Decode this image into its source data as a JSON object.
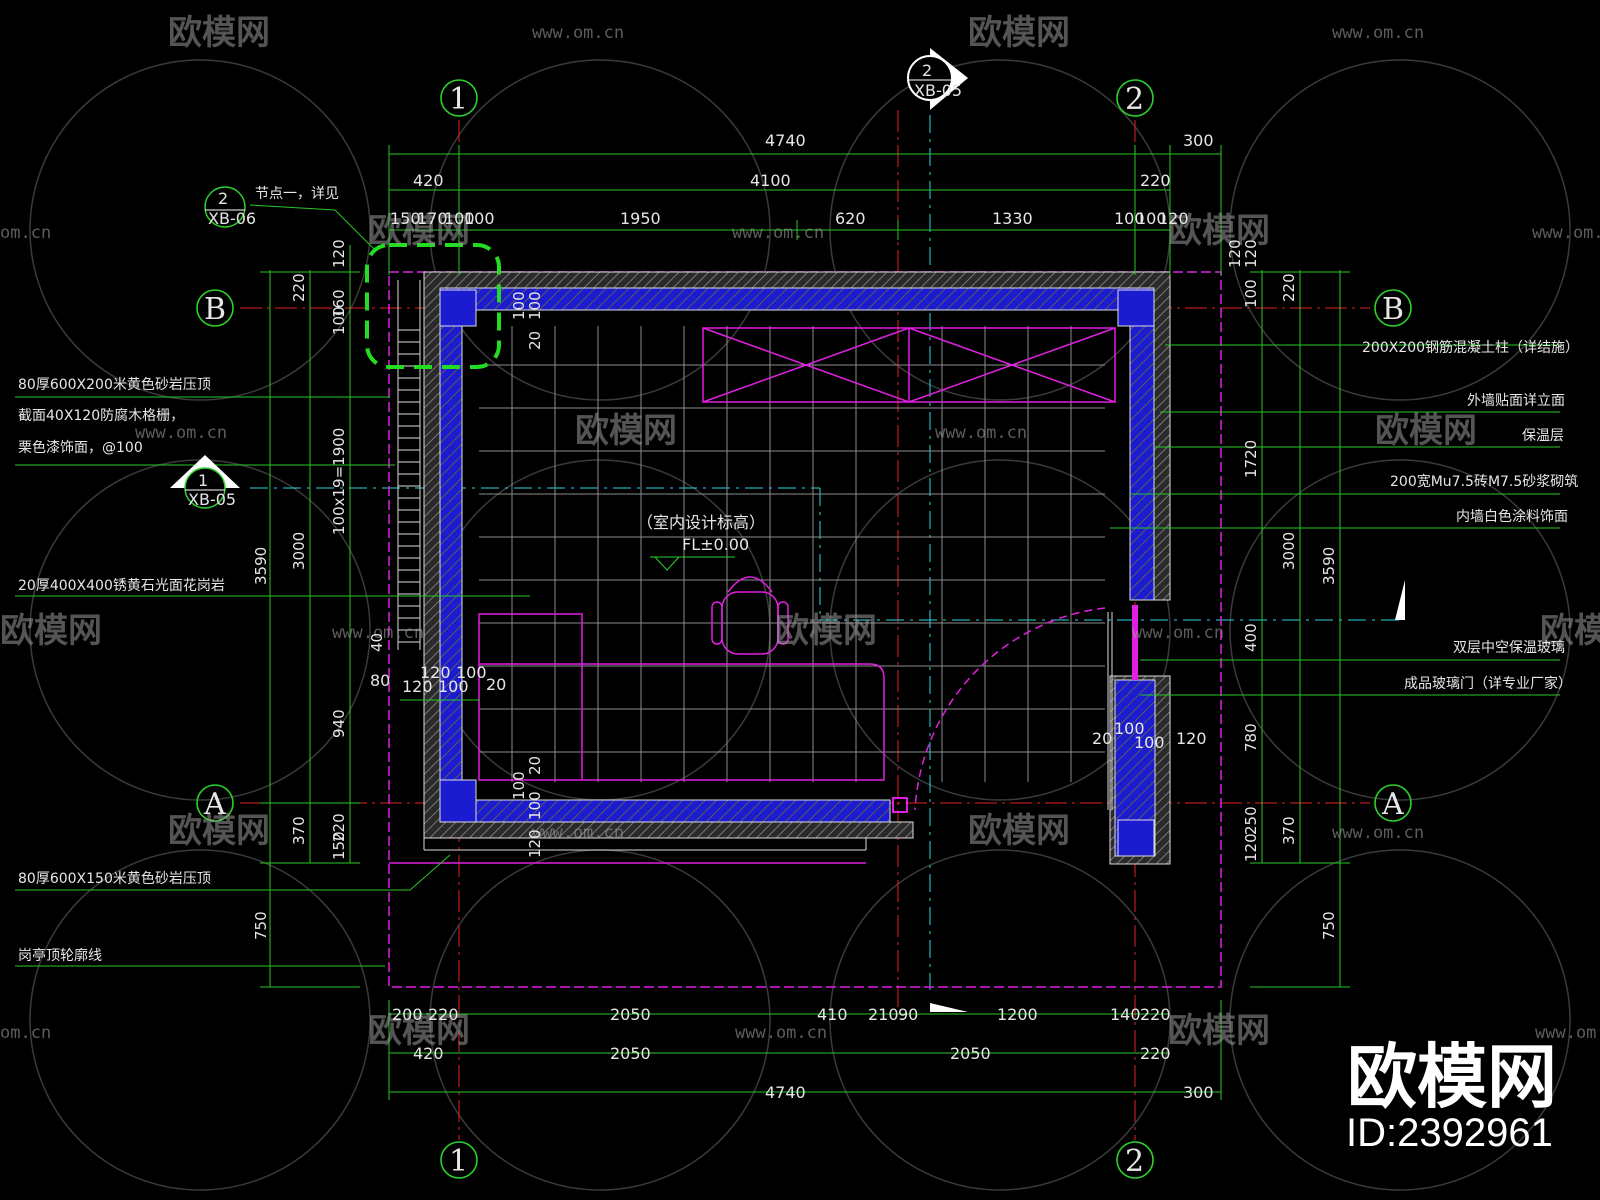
{
  "colors": {
    "background": "#000000",
    "dimension_line": "#27c727",
    "axis_line": "#e02020",
    "wall_fill": "#1b1bd0",
    "furniture": "#e020e0",
    "text": "#e6e6e6"
  },
  "axes": {
    "col1": "1",
    "col2": "2",
    "rowA": "A",
    "rowB": "B"
  },
  "section_marks": {
    "top": {
      "num": "2",
      "ref": "XB-05"
    },
    "left": {
      "num": "1",
      "ref": "XB-05"
    },
    "detail": {
      "num": "2",
      "ref": "XB-06",
      "label": "节点一，详见"
    }
  },
  "dims_top": {
    "overall": "4740",
    "overall_right": "300",
    "row2": [
      "420",
      "4100",
      "220"
    ],
    "row3": [
      "150",
      "170",
      "100",
      "100",
      "1950",
      "620",
      "1330",
      "100",
      "100",
      "120"
    ]
  },
  "dims_bottom": {
    "row1": [
      "200",
      "220",
      "2050",
      "410",
      "210",
      "90",
      "1200",
      "140",
      "220"
    ],
    "row2": [
      "420",
      "2050",
      "2050",
      "220"
    ],
    "overall": "4740",
    "overall_right": "300"
  },
  "dims_left": {
    "outer": [
      "3590",
      "750"
    ],
    "mid": [
      "220",
      "3000",
      "940",
      "370"
    ],
    "inner": [
      "120",
      "160",
      "100",
      "100x19=1900",
      "40",
      "220",
      "150"
    ],
    "small": [
      "80",
      "120",
      "120",
      "100",
      "100",
      "20"
    ]
  },
  "dims_right": {
    "outer": [
      "3590",
      "750"
    ],
    "mid": [
      "220",
      "3000",
      "370"
    ],
    "inner": [
      "120",
      "100",
      "1720",
      "400",
      "780",
      "250",
      "120"
    ],
    "small": [
      "20",
      "100",
      "100",
      "120"
    ]
  },
  "dims_interior": [
    "100",
    "100",
    "20",
    "20",
    "100",
    "100",
    "120",
    "120"
  ],
  "level": {
    "label": "（室内设计标高）",
    "value": "FL±0.00"
  },
  "notes_left": [
    "80厚600X200米黄色砂岩压顶",
    "截面40X120防腐木格栅，",
    "栗色漆饰面，@100",
    "20厚400X400锈黄石光面花岗岩",
    "80厚600X150米黄色砂岩压顶",
    "岗亭顶轮廓线"
  ],
  "notes_right": [
    "200X200钢筋混凝土柱（详结施）",
    "外墙贴面详立面",
    "保温层",
    "200宽Mu7.5砖M7.5砂浆砌筑",
    "内墙白色涂料饰面",
    "双层中空保温玻璃",
    "成品玻璃门（详专业厂家）"
  ],
  "watermark": {
    "brand": "欧模网",
    "url": "www.om.cn",
    "url_short": "om.cn",
    "id": "ID:2392961"
  }
}
